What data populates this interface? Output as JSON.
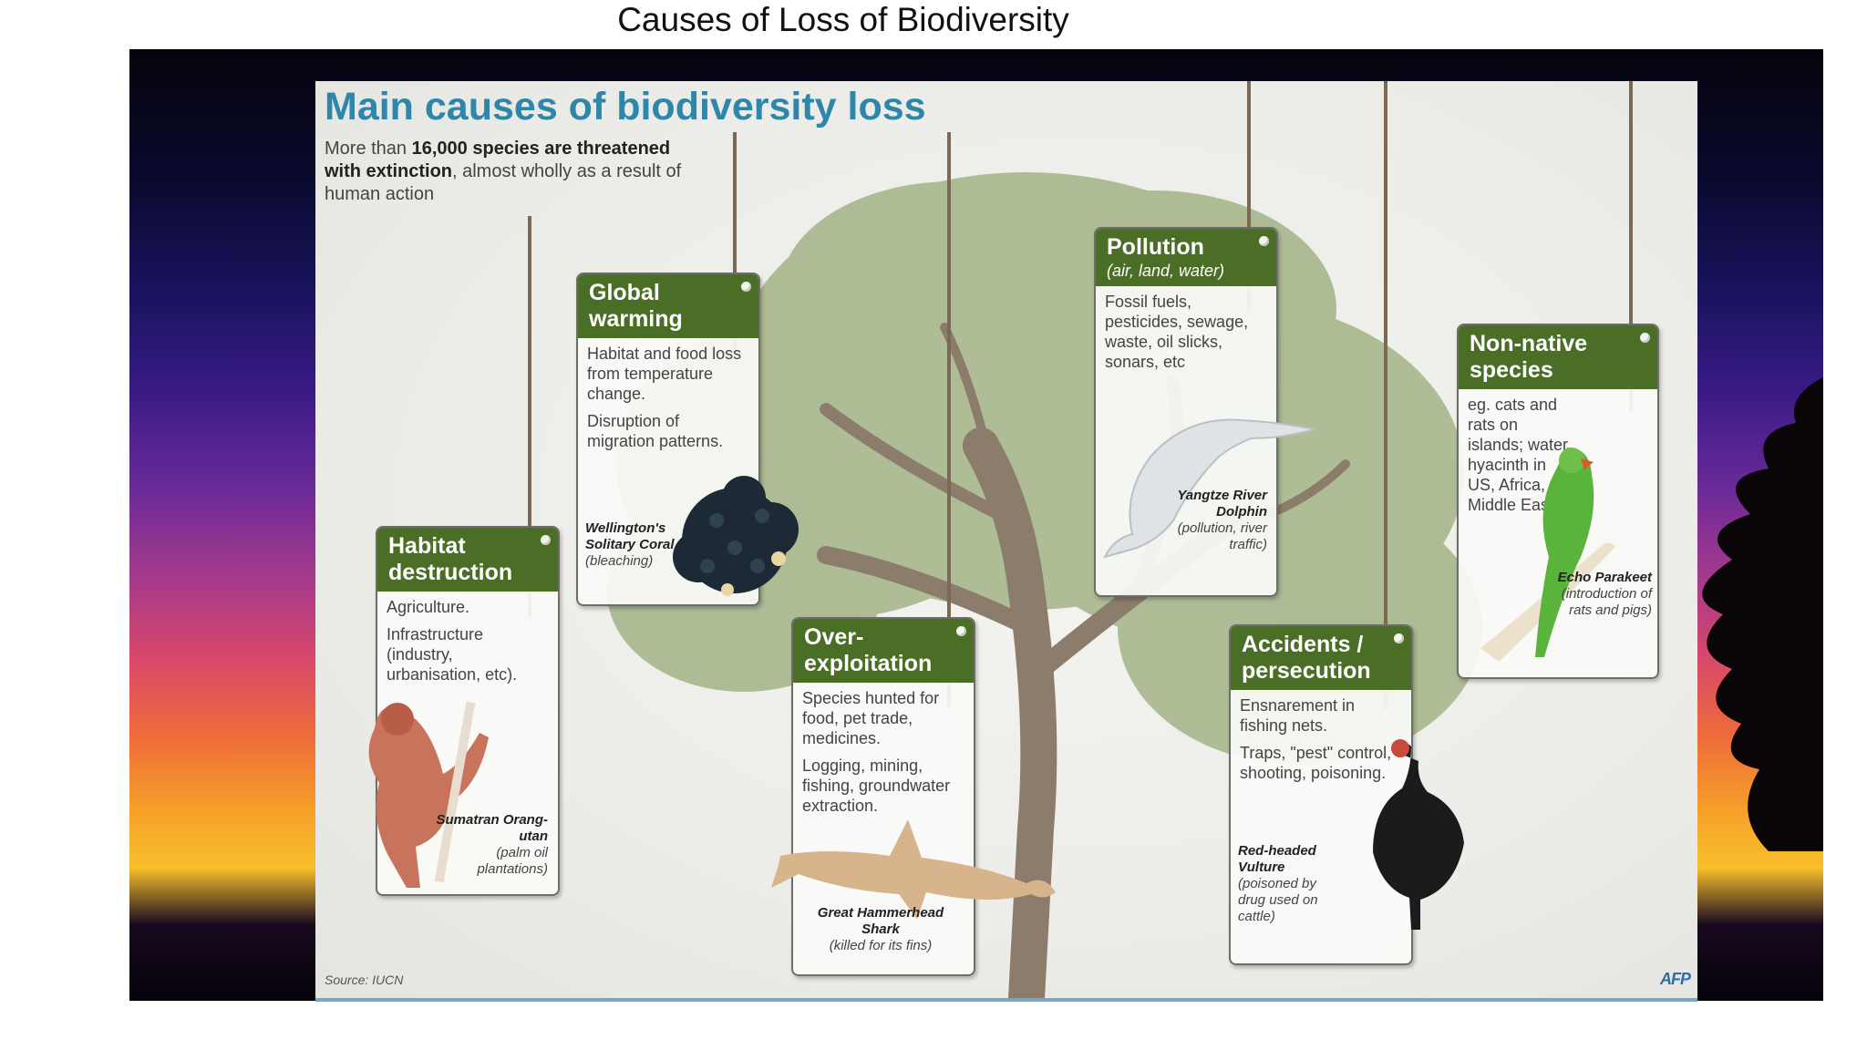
{
  "slide_title": "Causes of Loss of Biodiversity",
  "poster": {
    "title": "Main causes of biodiversity loss",
    "intro": {
      "lead": "More than",
      "bold": "16,000 species are threatened with extinction",
      "rest": ", almost wholly as a result of human action"
    },
    "source": "Source: IUCN",
    "agency": "AFP"
  },
  "causes": [
    {
      "id": "habitat",
      "title": "Habitat destruction",
      "subtitle": "",
      "lines": [
        "Agriculture.",
        "Infrastructure (industry, urbanisation, etc)."
      ],
      "species": "Sumatran Orang-utan",
      "reason": "(palm oil plantations)"
    },
    {
      "id": "warming",
      "title": "Global warming",
      "subtitle": "",
      "lines": [
        "Habitat and food loss from temperature change.",
        "Disruption of migration patterns."
      ],
      "species": "Wellington's Solitary Coral",
      "reason": "(bleaching)"
    },
    {
      "id": "overexploitation",
      "title": "Over-exploitation",
      "subtitle": "",
      "lines": [
        "Species hunted for food, pet trade, medicines.",
        "Logging, mining, fishing, groundwater extraction."
      ],
      "species": "Great Hammerhead Shark",
      "reason": "(killed for its fins)"
    },
    {
      "id": "pollution",
      "title": "Pollution",
      "subtitle": "(air, land, water)",
      "lines": [
        "Fossil fuels, pesticides, sewage, waste, oil slicks, sonars, etc"
      ],
      "species": "Yangtze River Dolphin",
      "reason": "(pollution, river traffic)"
    },
    {
      "id": "accidents",
      "title": "Accidents / persecution",
      "subtitle": "",
      "lines": [
        "Ensnarement in fishing nets.",
        "Traps, \"pest\" control, shooting, poisoning."
      ],
      "species": "Red-headed Vulture",
      "reason": "(poisoned by drug used on cattle)"
    },
    {
      "id": "nonnative",
      "title": "Non-native species",
      "subtitle": "",
      "lines": [
        "eg. cats and rats on islands; water hyacinth in US, Africa, Middle East"
      ],
      "species": "Echo Parakeet",
      "reason": "(introduction of rats and pigs)"
    }
  ],
  "icons": [
    "tree-illustration",
    "orangutan-icon",
    "coral-icon",
    "shark-icon",
    "dolphin-icon",
    "vulture-icon",
    "parakeet-icon"
  ],
  "colors": {
    "title_blue": "#2e86ab",
    "card_green": "#4a6e25",
    "tree_green": "#9aae7a",
    "trunk_brown": "#8a7a6a"
  }
}
